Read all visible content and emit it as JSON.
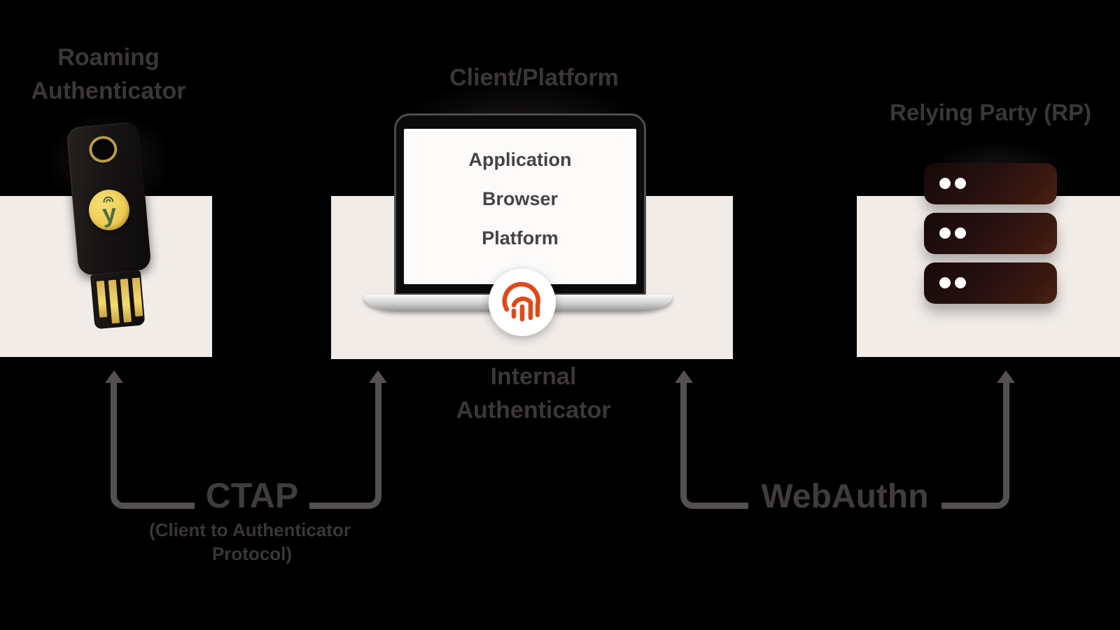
{
  "diagram": {
    "background": "#000000",
    "panel_color": "#f1ece8",
    "nodes": {
      "roaming_authenticator": {
        "line1": "Roaming",
        "line2": "Authenticator",
        "icon": "yubikey-security-key",
        "logo_letter": "y"
      },
      "client_platform": {
        "label": "Client/Platform",
        "icon": "laptop",
        "badge_icon": "fingerprint",
        "screen_items": [
          "Application",
          "Browser",
          "Platform"
        ]
      },
      "internal_authenticator": {
        "line1": "Internal",
        "line2": "Authenticator"
      },
      "relying_party": {
        "label": "Relying Party (RP)",
        "icon": "server-stack",
        "server_units": 3
      }
    },
    "connectors": {
      "ctap": {
        "label": "CTAP",
        "sub1": "(Client to Authenticator",
        "sub2": "Protocol)"
      },
      "webauthn": {
        "label": "WebAuthn"
      }
    },
    "colors": {
      "fingerprint_orange": "#e0491a",
      "yubikey_gold": "#eecb51",
      "yubikey_logo_green": "#4e6d3c",
      "dim_text": "#3b3739",
      "screen_text": "#474247",
      "connector_gray": "#545051",
      "server_dark": "#160a09",
      "server_maroon": "#4a2212"
    }
  }
}
